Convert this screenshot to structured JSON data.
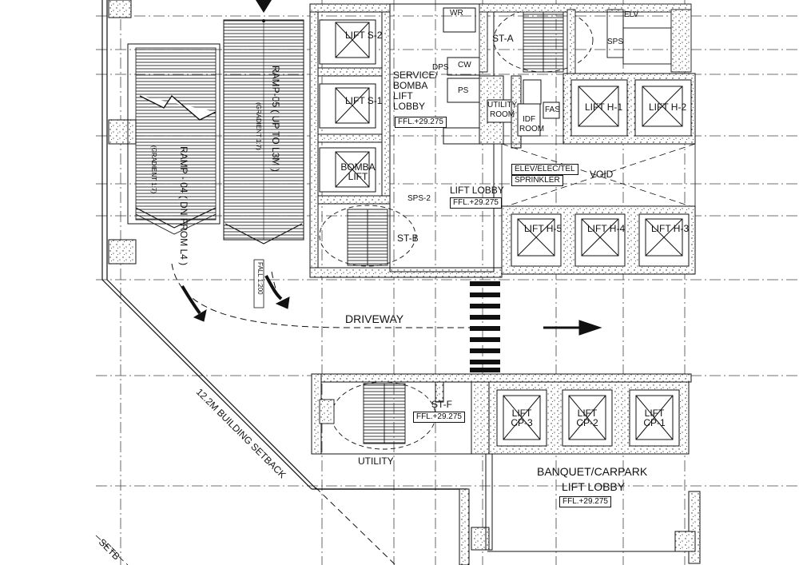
{
  "lifts": {
    "s2": "LIFT S-2",
    "s1": "LIFT S-1",
    "bomba": "BOMBA LIFT",
    "h1": "LIFT H-1",
    "h2": "LIFT H-2",
    "h3": "LIFT H-3",
    "h4": "LIFT H-4",
    "h5": "LIFT H-5",
    "cp1": "LIFT CP-1",
    "cp2": "LIFT CP-2",
    "cp3": "LIFT CP-3"
  },
  "stairs": {
    "st_a": "ST-A",
    "st_b": "ST-B",
    "st_f": "ST-F"
  },
  "rooms": {
    "service_lobby": [
      "SERVICE/",
      "BOMBA",
      "LIFT",
      "LOBBY"
    ],
    "service_ffl": "FFL.+29.275",
    "utility_room": [
      "UTILITY",
      "ROOM"
    ],
    "idf_room": [
      "IDF",
      "ROOM"
    ],
    "fas": "FAS",
    "elev_elec": [
      "ELEV/ELEC/TEL",
      "SPRINKLER"
    ],
    "void": "VOID",
    "lift_lobby": "LIFT LOBBY",
    "lift_lobby_ffl": "FFL.+29.275",
    "st_f_ffl": "FFL.+29.275",
    "utility": "UTILITY",
    "banquet": [
      "BANQUET/CARPARK",
      "LIFT LOBBY"
    ],
    "banquet_ffl": "FFL.+29.275",
    "driveway": "DRIVEWAY",
    "sps": "SPS",
    "sps2": "SPS-2",
    "cw": "CW",
    "ps": "PS",
    "wr": "WR",
    "elv": "ELV",
    "dps": "DPS"
  },
  "ramps": {
    "ramp04": "RAMP - 04 ( DN FROM L4 )",
    "ramp04_grad": "(GRADIENT 1:7)",
    "ramp05": "RAMP-05 ( UP TO L3M )",
    "ramp05_grad": "(GRADIENT 1:7)",
    "fall": "FALL 1:200"
  },
  "setback": {
    "main": "12.2M BUILDING SETBACK",
    "partial": "SETB"
  }
}
